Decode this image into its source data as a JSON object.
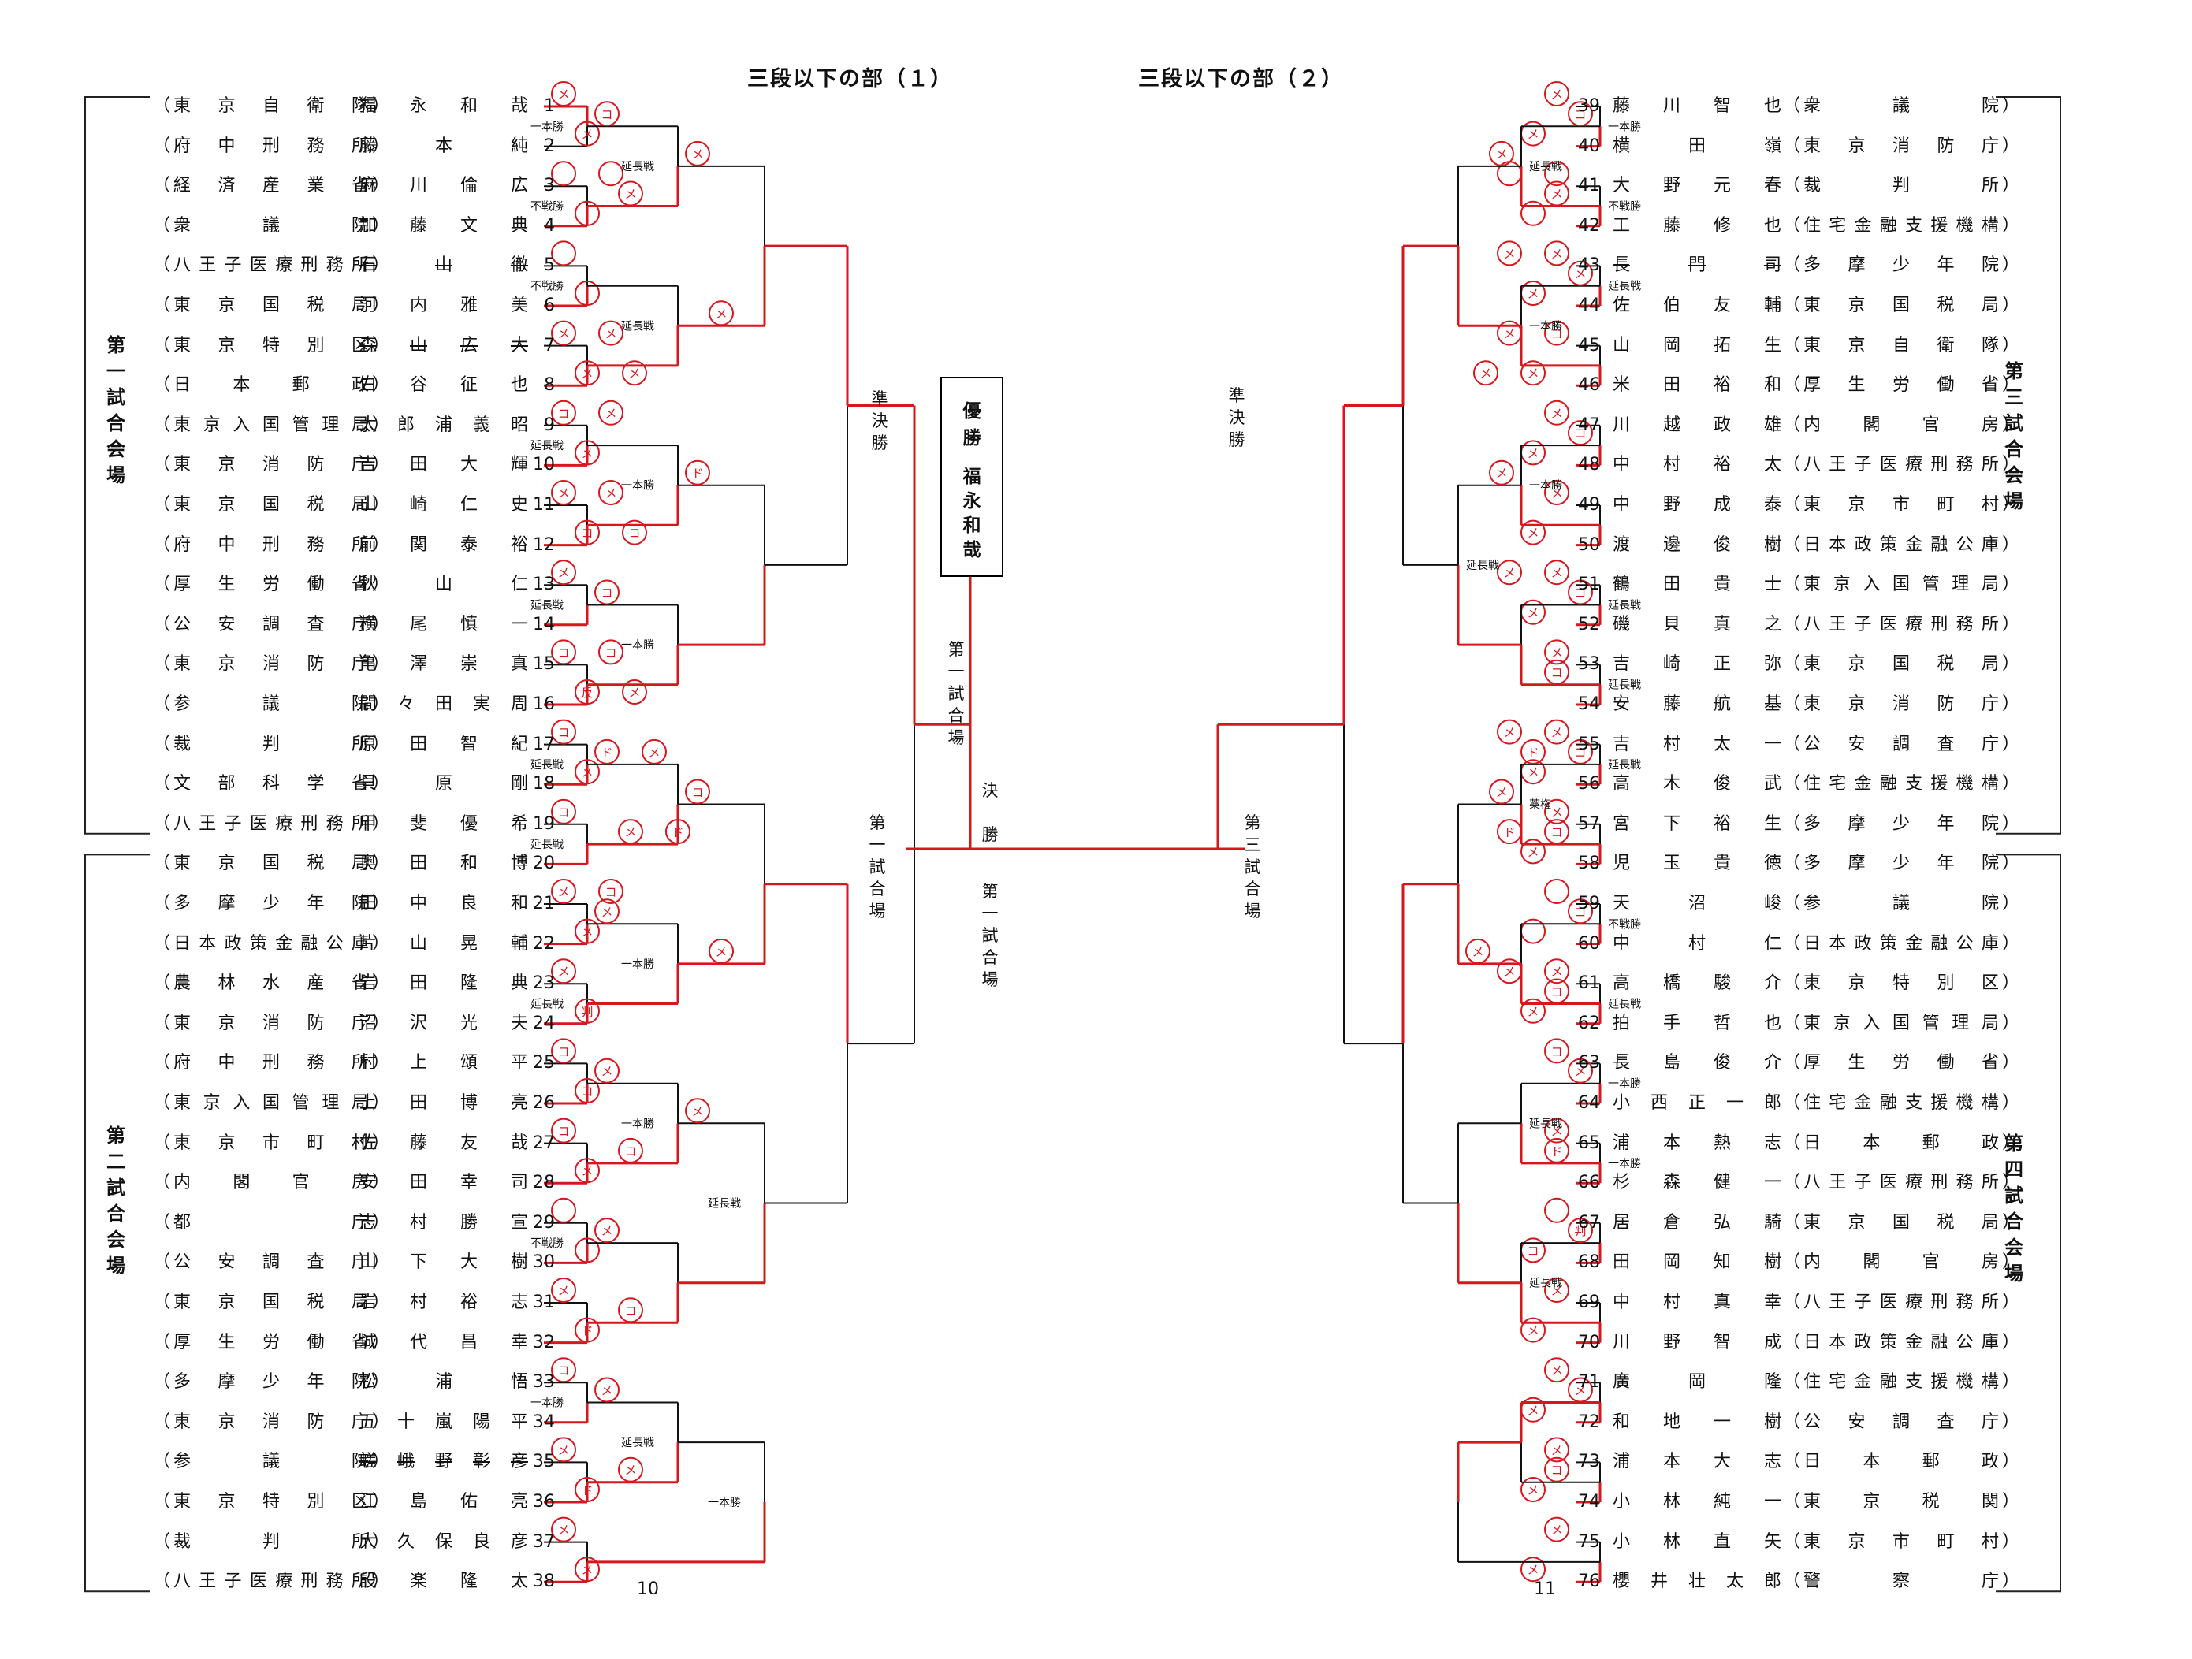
{
  "titles": {
    "left": "三段以下の部（１）",
    "right": "三段以下の部（２）"
  },
  "page_numbers": {
    "left": "10",
    "right": "11"
  },
  "winner": {
    "label": "優勝",
    "name": "福永和哉"
  },
  "venues": {
    "first": "第一試合会場",
    "second": "第二試合会場",
    "third": "第三試合会場",
    "fourth": "第四試合会場"
  },
  "center_labels": {
    "semifinal_left": "準決勝",
    "semifinal_right": "準決勝",
    "final": "決勝",
    "final_venue_top": "第一試合場",
    "final_venue_bottom": "第一試合場",
    "semi_venue_left": "第一試合場",
    "semi_venue_right": "第三試合場"
  },
  "left_players": [
    {
      "no": "1",
      "affiliation": "東京自衛隊",
      "name": "福永和哉"
    },
    {
      "no": "2",
      "affiliation": "府中刑務所",
      "name": "藤本純"
    },
    {
      "no": "3",
      "affiliation": "経済産業省",
      "name": "麻川倫広"
    },
    {
      "no": "4",
      "affiliation": "衆議院",
      "name": "加藤文典"
    },
    {
      "no": "5",
      "affiliation": "八王子医療刑務所",
      "name": "石山徹",
      "withdrawn": true
    },
    {
      "no": "6",
      "affiliation": "東京国税局",
      "name": "河内雅美"
    },
    {
      "no": "7",
      "affiliation": "東京特別区",
      "name": "森山広大",
      "withdrawn": true
    },
    {
      "no": "8",
      "affiliation": "日本郵政",
      "name": "白谷征也"
    },
    {
      "no": "9",
      "affiliation": "東京入国管理局",
      "name": "太郎浦義昭"
    },
    {
      "no": "10",
      "affiliation": "東京消防庁",
      "name": "吉田大輝"
    },
    {
      "no": "11",
      "affiliation": "東京国税局",
      "name": "山崎仁史"
    },
    {
      "no": "12",
      "affiliation": "府中刑務所",
      "name": "前関泰裕"
    },
    {
      "no": "13",
      "affiliation": "厚生労働省",
      "name": "秋山仁"
    },
    {
      "no": "14",
      "affiliation": "公安調査庁",
      "name": "横尾慎一"
    },
    {
      "no": "15",
      "affiliation": "東京消防庁",
      "name": "亀澤崇真"
    },
    {
      "no": "16",
      "affiliation": "参議院",
      "name": "間々田実周"
    },
    {
      "no": "17",
      "affiliation": "裁判所",
      "name": "原田智紀"
    },
    {
      "no": "18",
      "affiliation": "文部科学省",
      "name": "貝原剛"
    },
    {
      "no": "19",
      "affiliation": "八王子医療刑務所",
      "name": "甲斐優希"
    },
    {
      "no": "20",
      "affiliation": "東京国税局",
      "name": "奥田和博"
    },
    {
      "no": "21",
      "affiliation": "多摩少年院",
      "name": "田中良和"
    },
    {
      "no": "22",
      "affiliation": "日本政策金融公庫",
      "name": "片山晃輔"
    },
    {
      "no": "23",
      "affiliation": "農林水産省",
      "name": "岩田隆典"
    },
    {
      "no": "24",
      "affiliation": "東京消防庁",
      "name": "沼沢光夫"
    },
    {
      "no": "25",
      "affiliation": "府中刑務所",
      "name": "村上頌平"
    },
    {
      "no": "26",
      "affiliation": "東京入国管理局",
      "name": "上田博亮"
    },
    {
      "no": "27",
      "affiliation": "東京市町村",
      "name": "佐藤友哉"
    },
    {
      "no": "28",
      "affiliation": "内閣官房",
      "name": "安田幸司"
    },
    {
      "no": "29",
      "affiliation": "都庁",
      "name": "志村勝宣"
    },
    {
      "no": "30",
      "affiliation": "公安調査庁",
      "name": "山下大樹"
    },
    {
      "no": "31",
      "affiliation": "東京国税局",
      "name": "岩村裕志"
    },
    {
      "no": "32",
      "affiliation": "厚生労働省",
      "name": "城代昌幸"
    },
    {
      "no": "33",
      "affiliation": "多摩少年院",
      "name": "松浦悟"
    },
    {
      "no": "34",
      "affiliation": "東京消防庁",
      "name": "五十嵐陽平"
    },
    {
      "no": "35",
      "affiliation": "参議院",
      "name": "嵯峨野彰彦",
      "withdrawn": true
    },
    {
      "no": "36",
      "affiliation": "東京特別区",
      "name": "江島佑亮"
    },
    {
      "no": "37",
      "affiliation": "裁判所",
      "name": "大久保良彦"
    },
    {
      "no": "38",
      "affiliation": "八王子医療刑務所",
      "name": "設楽隆太"
    }
  ],
  "right_players": [
    {
      "no": "39",
      "name": "藤川智也",
      "affiliation": "衆議院"
    },
    {
      "no": "40",
      "name": "横田嶺",
      "affiliation": "東京消防庁"
    },
    {
      "no": "41",
      "name": "大野元春",
      "affiliation": "裁判所"
    },
    {
      "no": "42",
      "name": "工藤修也",
      "affiliation": "住宅金融支援機構"
    },
    {
      "no": "43",
      "name": "長門司",
      "affiliation": "多摩少年院",
      "withdrawn": true
    },
    {
      "no": "44",
      "name": "佐伯友輔",
      "affiliation": "東京国税局"
    },
    {
      "no": "45",
      "name": "山岡拓生",
      "affiliation": "東京自衛隊"
    },
    {
      "no": "46",
      "name": "米田裕和",
      "affiliation": "厚生労働省"
    },
    {
      "no": "47",
      "name": "川越政雄",
      "affiliation": "内閣官房"
    },
    {
      "no": "48",
      "name": "中村裕太",
      "affiliation": "八王子医療刑務所"
    },
    {
      "no": "49",
      "name": "中野成泰",
      "affiliation": "東京市町村"
    },
    {
      "no": "50",
      "name": "渡邊俊樹",
      "affiliation": "日本政策金融公庫"
    },
    {
      "no": "51",
      "name": "鶴田貴士",
      "affiliation": "東京入国管理局"
    },
    {
      "no": "52",
      "name": "磯貝真之",
      "affiliation": "八王子医療刑務所"
    },
    {
      "no": "53",
      "name": "吉崎正弥",
      "affiliation": "東京国税局"
    },
    {
      "no": "54",
      "name": "安藤航基",
      "affiliation": "東京消防庁"
    },
    {
      "no": "55",
      "name": "吉村太一",
      "affiliation": "公安調査庁"
    },
    {
      "no": "56",
      "name": "高木俊武",
      "affiliation": "住宅金融支援機構"
    },
    {
      "no": "57",
      "name": "宮下裕生",
      "affiliation": "多摩少年院"
    },
    {
      "no": "58",
      "name": "児玉貴徳",
      "affiliation": "多摩少年院"
    },
    {
      "no": "59",
      "name": "天沼峻",
      "affiliation": "参議院"
    },
    {
      "no": "60",
      "name": "中村仁",
      "affiliation": "日本政策金融公庫"
    },
    {
      "no": "61",
      "name": "高橋駿介",
      "affiliation": "東京特別区"
    },
    {
      "no": "62",
      "name": "拍手哲也",
      "affiliation": "東京入国管理局"
    },
    {
      "no": "63",
      "name": "長島俊介",
      "affiliation": "厚生労働省"
    },
    {
      "no": "64",
      "name": "小西正一郎",
      "affiliation": "住宅金融支援機構"
    },
    {
      "no": "65",
      "name": "浦本熱志",
      "affiliation": "日本郵政"
    },
    {
      "no": "66",
      "name": "杉森健一",
      "affiliation": "八王子医療刑務所"
    },
    {
      "no": "67",
      "name": "居倉弘騎",
      "affiliation": "東京国税局"
    },
    {
      "no": "68",
      "name": "田岡知樹",
      "affiliation": "内閣官房"
    },
    {
      "no": "69",
      "name": "中村真幸",
      "affiliation": "八王子医療刑務所"
    },
    {
      "no": "70",
      "name": "川野智成",
      "affiliation": "日本政策金融公庫"
    },
    {
      "no": "71",
      "name": "廣岡隆",
      "affiliation": "住宅金融支援機構"
    },
    {
      "no": "72",
      "name": "和地一樹",
      "affiliation": "公安調査庁"
    },
    {
      "no": "73",
      "name": "浦本大志",
      "affiliation": "日本郵政"
    },
    {
      "no": "74",
      "name": "小林純一",
      "affiliation": "東京税関"
    },
    {
      "no": "75",
      "name": "小林直矢",
      "affiliation": "東京市町村"
    },
    {
      "no": "76",
      "name": "櫻井壮太郎",
      "affiliation": "警察庁"
    }
  ],
  "left_matches": [
    {
      "winner": 1,
      "result": "一本勝",
      "marks": [
        "メ",
        "メ"
      ]
    },
    {
      "winner": 4,
      "result": "不戦勝",
      "marks": [
        "",
        "",
        ""
      ]
    },
    {
      "winner": 6,
      "result": "不戦勝",
      "marks": [
        "",
        ""
      ]
    },
    {
      "winner": 10,
      "result": "",
      "marks": [
        "メ",
        "メ",
        "メ",
        "メ"
      ]
    },
    {
      "winner": 11,
      "result": "延長戦",
      "marks": [
        "コ",
        "メ",
        "メ"
      ]
    },
    {
      "winner": 14,
      "result": "",
      "marks": [
        "メ",
        "コ",
        "メ",
        "コ"
      ]
    },
    {
      "winner": 16,
      "result": "延長戦",
      "marks": [
        "メ"
      ]
    },
    {
      "winner": 20,
      "result": "",
      "marks": [
        "コ",
        "反",
        "コ",
        "メ"
      ]
    },
    {
      "winner": 21,
      "result": "延長戦",
      "marks": [
        "コ",
        "メ"
      ]
    },
    {
      "winner": 24,
      "result": "延長戦",
      "marks": [
        "コ"
      ]
    },
    {
      "winner": 26,
      "result": "",
      "marks": [
        "メ",
        "メ",
        "コ"
      ]
    },
    {
      "winner": 28,
      "result": "延長戦",
      "marks": [
        "メ",
        "判"
      ]
    },
    {
      "winner": 30,
      "result": "",
      "marks": [
        "コ",
        "コ"
      ]
    },
    {
      "winner": 32,
      "result": "",
      "marks": [
        "コ",
        "メ"
      ]
    },
    {
      "winner": 36,
      "result": "不戦勝",
      "marks": [
        "",
        ""
      ]
    },
    {
      "winner": 38,
      "result": "",
      "marks": [
        "メ",
        "ド"
      ]
    },
    {
      "winner": 1,
      "result": "一本勝",
      "marks": [
        "コ"
      ]
    },
    {
      "winner": 8,
      "result": "",
      "marks": [
        "メ",
        "ド"
      ]
    },
    {
      "winner": 14,
      "result": "",
      "marks": [
        "メ",
        "メ"
      ]
    },
    {
      "winner": 16,
      "result": "延長戦",
      "marks": [
        "コ",
        "メ"
      ]
    },
    {
      "winner": 21,
      "result": "延長戦",
      "marks": []
    },
    {
      "winner": 26,
      "result": "一本勝",
      "marks": []
    },
    {
      "winner": 28,
      "result": "一本勝",
      "marks": [
        "コ"
      ]
    },
    {
      "winner": 32,
      "result": "",
      "marks": [
        "ド",
        "メ",
        "メ",
        "ド"
      ]
    },
    {
      "winner": 36,
      "result": "一本勝",
      "marks": [
        "メ"
      ]
    },
    {
      "winner": 1,
      "result": "一本勝",
      "marks": [
        "メ",
        "コ"
      ]
    },
    {
      "winner": 14,
      "result": "",
      "marks": [
        "メ",
        "コ"
      ]
    },
    {
      "winner": 21,
      "result": "延長戦",
      "marks": [
        "メ",
        "メ"
      ]
    },
    {
      "winner": 36,
      "result": "",
      "marks": [
        "メ",
        "メ"
      ]
    },
    {
      "winner": 1,
      "result": "",
      "marks": [
        "ド"
      ]
    },
    {
      "winner": 36,
      "result": "",
      "marks": [
        "コ",
        "メ"
      ]
    },
    {
      "winner": 1,
      "result": "延長戦",
      "marks": [
        "メ"
      ]
    },
    {
      "winner": 1,
      "result": "一本勝",
      "marks": []
    }
  ],
  "right_matches": [
    {
      "winner": 40,
      "result": "一本勝",
      "marks": [
        "メ",
        "メ"
      ]
    },
    {
      "winner": 42,
      "result": "不戦勝",
      "marks": [
        "",
        "",
        ""
      ]
    },
    {
      "winner": 45,
      "result": "延長戦",
      "marks": [
        "メ",
        "メ",
        "メ"
      ]
    },
    {
      "winner": 48,
      "result": "",
      "marks": [
        "コ",
        "メ",
        "メ",
        "メ"
      ]
    },
    {
      "winner": 49,
      "result": "",
      "marks": [
        "メ",
        "メ"
      ]
    },
    {
      "winner": 52,
      "result": "",
      "marks": [
        "メ",
        "メ"
      ]
    },
    {
      "winner": 54,
      "result": "延長戦",
      "marks": [
        "メ",
        "メ",
        "メ"
      ]
    },
    {
      "winner": 57,
      "result": "延長戦",
      "marks": [
        "メ"
      ]
    },
    {
      "winner": 59,
      "result": "延長戦",
      "marks": [
        "メ",
        "メ",
        "メ"
      ]
    },
    {
      "winner": 61,
      "result": "",
      "marks": [
        "メ",
        "メ"
      ]
    },
    {
      "winner": 64,
      "result": "不戦勝",
      "marks": [
        "",
        ""
      ]
    },
    {
      "winner": 65,
      "result": "延長戦",
      "marks": [
        "メ",
        "メ",
        "メ"
      ]
    },
    {
      "winner": 68,
      "result": "一本勝",
      "marks": [
        "コ"
      ]
    },
    {
      "winner": 71,
      "result": "一本勝",
      "marks": [
        "メ"
      ]
    },
    {
      "winner": 72,
      "result": "",
      "marks": [
        "",
        "コ"
      ]
    },
    {
      "winner": 75,
      "result": "",
      "marks": [
        "メ",
        "メ"
      ]
    },
    {
      "winner": 40,
      "result": "",
      "marks": [
        "メ",
        "メ"
      ]
    },
    {
      "winner": 45,
      "result": "",
      "marks": [
        "メ",
        "メ"
      ]
    },
    {
      "winner": 49,
      "result": "",
      "marks": [
        "メ",
        "メ"
      ]
    },
    {
      "winner": 54,
      "result": "延長戦",
      "marks": [
        "コ",
        "メ"
      ]
    },
    {
      "winner": 59,
      "result": "一本勝",
      "marks": [
        "メ"
      ]
    },
    {
      "winner": 65,
      "result": "一本勝",
      "marks": [
        "コ"
      ]
    },
    {
      "winner": 68,
      "result": "",
      "marks": [
        "コ",
        "コ"
      ]
    },
    {
      "winner": 72,
      "result": "薬権",
      "marks": [
        "コ",
        "コ",
        "ド",
        "ド"
      ]
    },
    {
      "winner": 40,
      "result": "",
      "marks": [
        "コ",
        "コ"
      ]
    },
    {
      "winner": 49,
      "result": "延長戦",
      "marks": [
        "メ",
        "ド"
      ]
    },
    {
      "winner": 59,
      "result": "延長戦",
      "marks": [
        "判"
      ]
    },
    {
      "winner": 72,
      "result": "",
      "marks": [
        "メ",
        "コ"
      ]
    },
    {
      "winner": 40,
      "result": "",
      "marks": [
        "メ"
      ]
    },
    {
      "winner": 59,
      "result": "延長戦",
      "marks": [
        "メ"
      ]
    },
    {
      "winner": 40,
      "result": "",
      "marks": [
        "メ",
        "メ"
      ]
    },
    {
      "winner": 40,
      "result": "",
      "marks": []
    }
  ],
  "colors": {
    "win_line": "#d8161d",
    "line": "#111111",
    "mark": "#d8161d"
  }
}
